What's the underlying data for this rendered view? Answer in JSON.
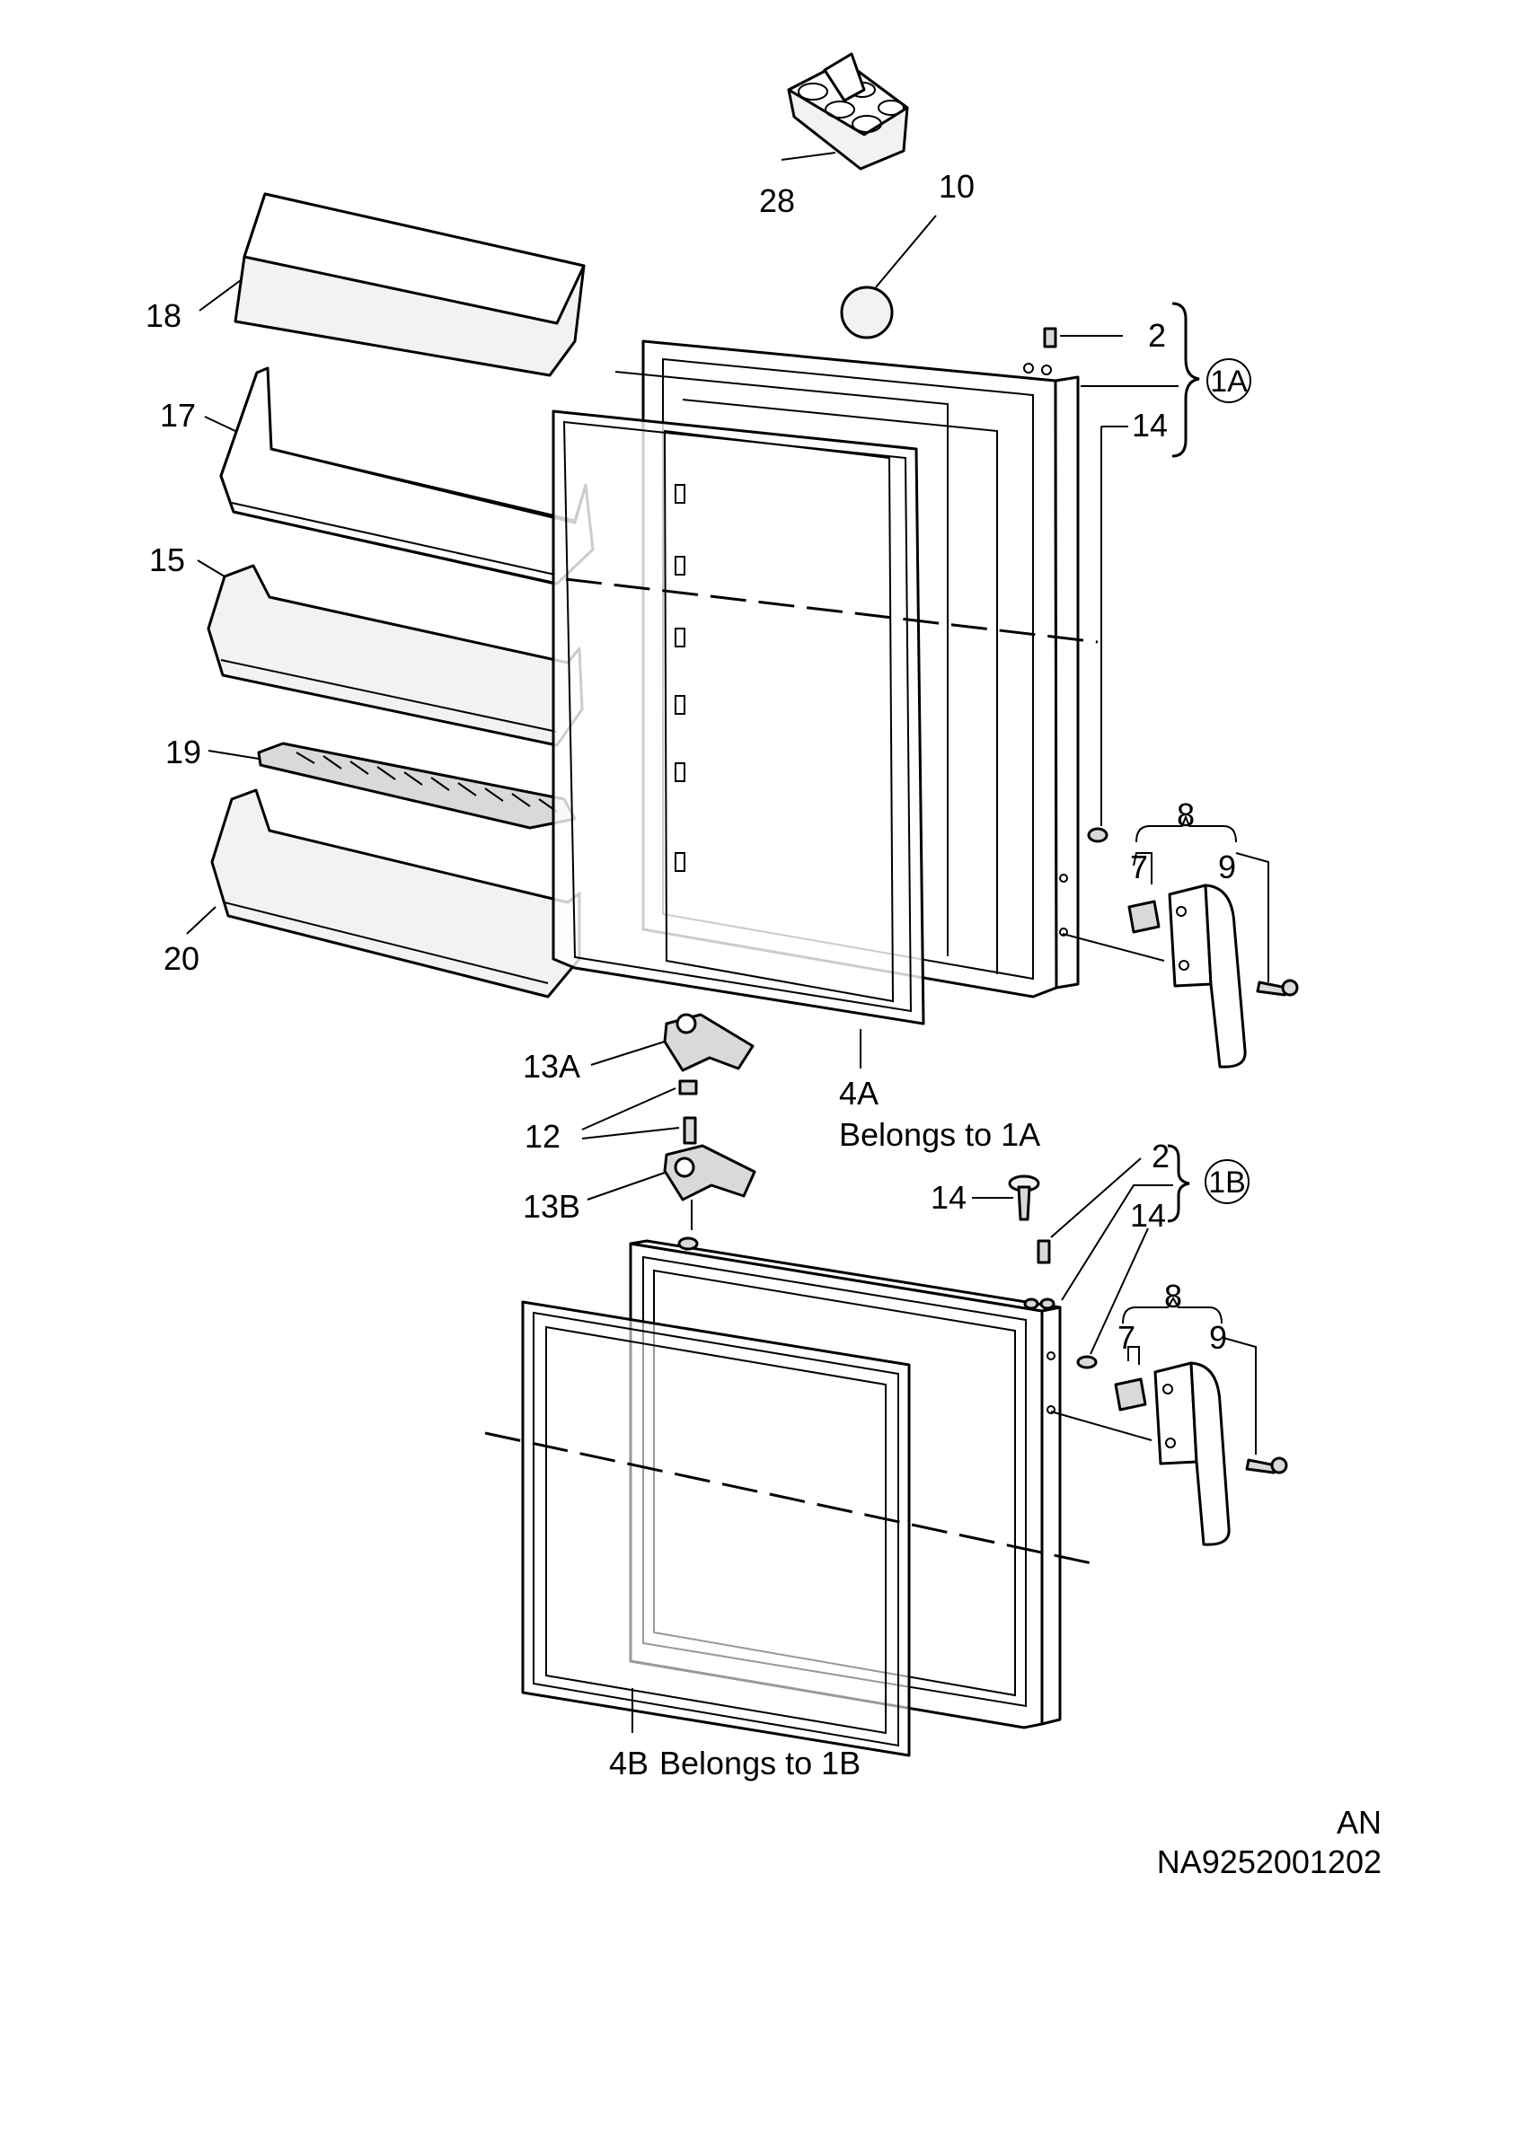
{
  "labels": {
    "p28": "28",
    "p10": "10",
    "p18": "18",
    "p17": "17",
    "p15": "15",
    "p19": "19",
    "p20": "20",
    "p2a": "2",
    "p14a": "14",
    "p1a": "1A",
    "p8a": "8",
    "p7a": "7",
    "p9a": "9",
    "p13a": "13A",
    "p12": "12",
    "p13b": "13B",
    "p4a": "4A",
    "p4a_note": "Belongs to 1A",
    "p2b": "2",
    "p1b": "1B",
    "p14b_left": "14",
    "p14b_right": "14",
    "p8b": "8",
    "p7b": "7",
    "p9b": "9",
    "p4b": "4B",
    "p4b_note": "Belongs to 1B"
  },
  "footer": {
    "line1": "AN",
    "line2": "NA9252001202"
  }
}
